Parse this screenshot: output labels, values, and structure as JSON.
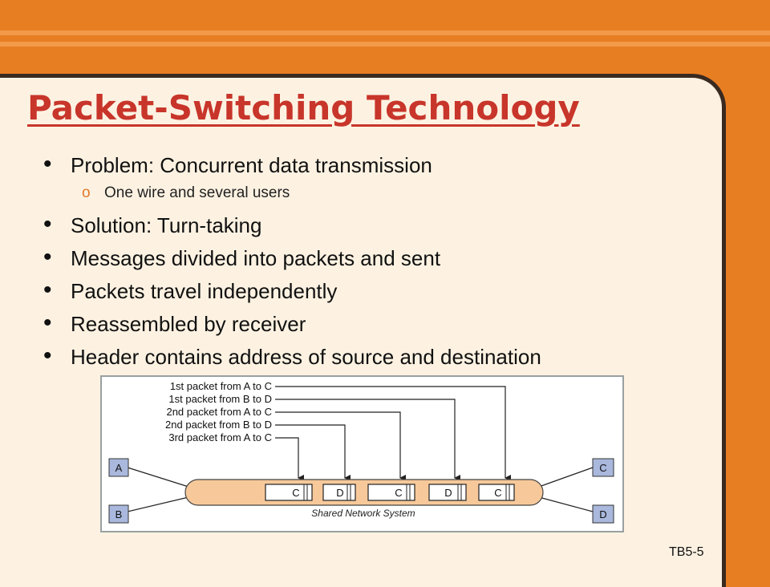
{
  "slide": {
    "title": "Packet-Switching Technology",
    "bullets": [
      {
        "text": "Problem: Concurrent data transmission",
        "sub": [
          "One wire and several users"
        ]
      },
      {
        "text": "Solution: Turn-taking"
      },
      {
        "text": "Messages divided into packets and sent"
      },
      {
        "text": "Packets travel independently"
      },
      {
        "text": "Reassembled by receiver"
      },
      {
        "text": "Header contains address of source and destination"
      }
    ],
    "bullet_glyph": "•",
    "sub_glyph": "o",
    "slide_number": "TB5-5"
  },
  "diagram": {
    "packet_labels": [
      "1st packet from A to C",
      "1st packet from B to D",
      "2nd packet from A to C",
      "2nd packet from B to D",
      "3rd packet from A to C"
    ],
    "nodes": {
      "a": "A",
      "b": "B",
      "c": "C",
      "d": "D"
    },
    "packets": [
      "C",
      "D",
      "C",
      "D",
      "C"
    ],
    "network_label": "Shared Network System"
  },
  "colors": {
    "background": "#e87e22",
    "panel": "#fdf2e2",
    "title": "#c8352a",
    "node_fill": "#a9b8dc",
    "network_fill": "#f7c99a"
  }
}
